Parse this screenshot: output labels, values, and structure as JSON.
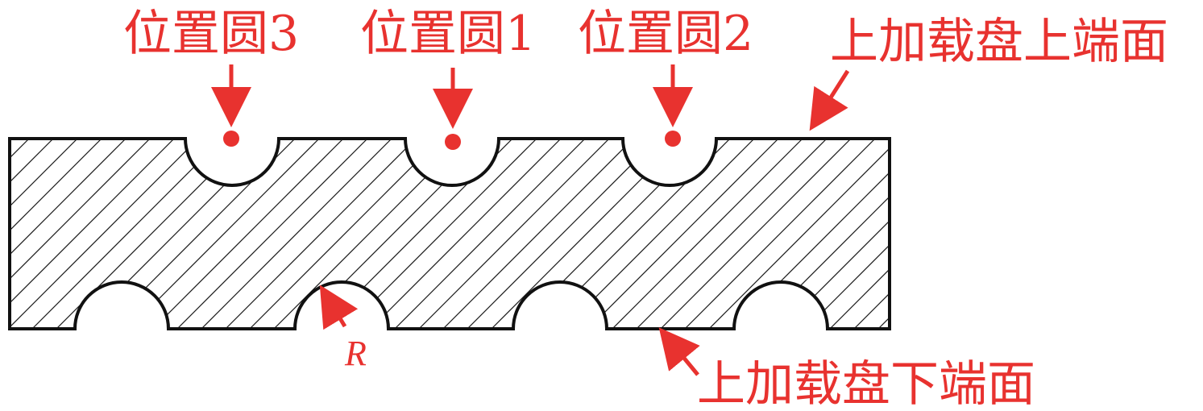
{
  "colors": {
    "annotation": "#e8322f",
    "outline": "#111111",
    "hatch": "#1a1a1a",
    "background": "#ffffff"
  },
  "labels": {
    "position_circle_3": "位置圆3",
    "position_circle_1": "位置圆1",
    "position_circle_2": "位置圆2",
    "upper_end_face": "上加载盘上端面",
    "lower_end_face": "上加载盘下端面",
    "radius": "R"
  }
}
